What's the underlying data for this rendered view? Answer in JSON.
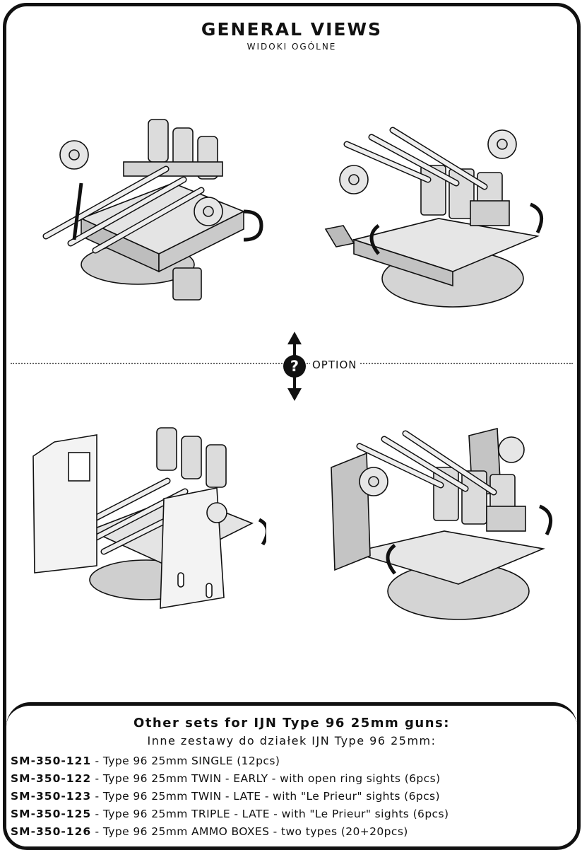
{
  "header": {
    "title": "GENERAL VIEWS",
    "subtitle": "WIDOKI OGÓLNE"
  },
  "views": [
    {
      "name": "view-top-left-rear",
      "variant": "base"
    },
    {
      "name": "view-top-right-front",
      "variant": "base"
    },
    {
      "name": "view-bottom-left-rear",
      "variant": "with shields"
    },
    {
      "name": "view-bottom-right-front",
      "variant": "with shields"
    }
  ],
  "divider": {
    "option_label": "OPTION",
    "icon": "question-mark-icon"
  },
  "other_sets": {
    "heading": "Other sets for IJN Type 96 25mm guns:",
    "heading_pl": "Inne zestawy do działek IJN Type 96 25mm:",
    "items": [
      {
        "code": "SM-350-121",
        "desc": " - Type 96 25mm SINGLE (12pcs)"
      },
      {
        "code": "SM-350-122",
        "desc": " - Type 96 25mm TWIN - EARLY - with open ring sights (6pcs)"
      },
      {
        "code": "SM-350-123",
        "desc": " - Type 96 25mm TWIN - LATE - with \"Le Prieur\" sights (6pcs)"
      },
      {
        "code": "SM-350-125",
        "desc": " - Type 96 25mm TRIPLE - LATE - with \"Le Prieur\" sights (6pcs)"
      },
      {
        "code": "SM-350-126",
        "desc": " - Type 96 25mm AMMO BOXES - two types (20+20pcs)"
      }
    ]
  },
  "colors": {
    "line": "#111111",
    "part_fill": "#dcdcdc",
    "part_shade": "#b9b9b9",
    "plate": "#f2f2f2"
  }
}
